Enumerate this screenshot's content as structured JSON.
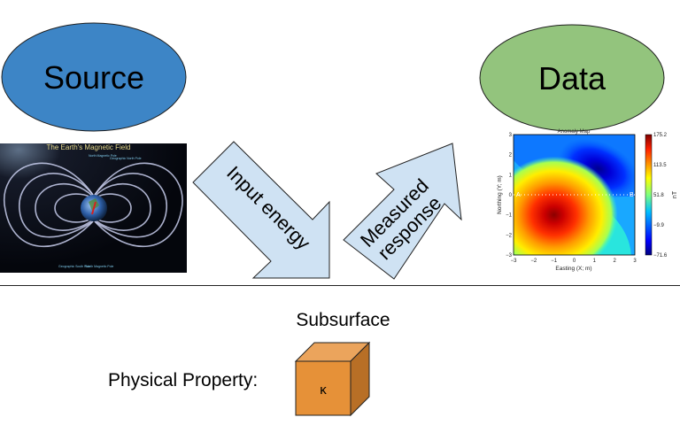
{
  "source": {
    "label": "Source",
    "color": "#3d85c6"
  },
  "data_node": {
    "label": "Data",
    "color": "#93c47d"
  },
  "magnetic_image": {
    "title": "The Earth's Magnetic Field",
    "labels": {
      "north_magnetic": "North Magnetic Pole",
      "geographic_north": "Geographic North Pole",
      "geographic_south": "Geographic South Pole",
      "south_magnetic": "South Magnetic Pole"
    }
  },
  "arrows": {
    "input": {
      "label": "Input energy",
      "color": "#cfe2f3"
    },
    "output": {
      "label_line1": "Measured",
      "label_line2": "response",
      "color": "#cfe2f3"
    }
  },
  "map": {
    "title": "Anomaly Map",
    "xlabel": "Easting (X; m)",
    "ylabel": "Northing (Y; m)",
    "xticks": [
      "−3",
      "−2",
      "−1",
      "0",
      "1",
      "2",
      "3"
    ],
    "yticks": [
      "3",
      "2",
      "1",
      "0",
      "−1",
      "−2",
      "−3"
    ],
    "profile_start": "A",
    "profile_end": "B",
    "colorbar": {
      "ticks": [
        "175.2",
        "113.5",
        "51.8",
        "−9.9",
        "−71.6"
      ],
      "unit": "nT"
    }
  },
  "chart_data": {
    "type": "heatmap",
    "title": "Anomaly Map",
    "xlabel": "Easting (X; m)",
    "ylabel": "Northing (Y; m)",
    "xlim": [
      -3,
      3
    ],
    "ylim": [
      -3,
      3
    ],
    "colorbar_label": "nT",
    "colorbar_range": [
      -71.6,
      175.2
    ],
    "colorbar_ticks": [
      175.2,
      113.5,
      51.8,
      -9.9,
      -71.6
    ],
    "features": [
      {
        "type": "max",
        "x": -1,
        "y": -1,
        "value": 175.2
      },
      {
        "type": "min",
        "x": 1.2,
        "y": 1.3,
        "value": -71.6
      }
    ],
    "profile": {
      "from": "A",
      "to": "B",
      "y": 0,
      "x_range": [
        -3,
        3
      ]
    }
  },
  "subsurface": {
    "title": "Subsurface",
    "property_label": "Physical Property:",
    "symbol": "κ",
    "cube_color": "#e69138"
  }
}
